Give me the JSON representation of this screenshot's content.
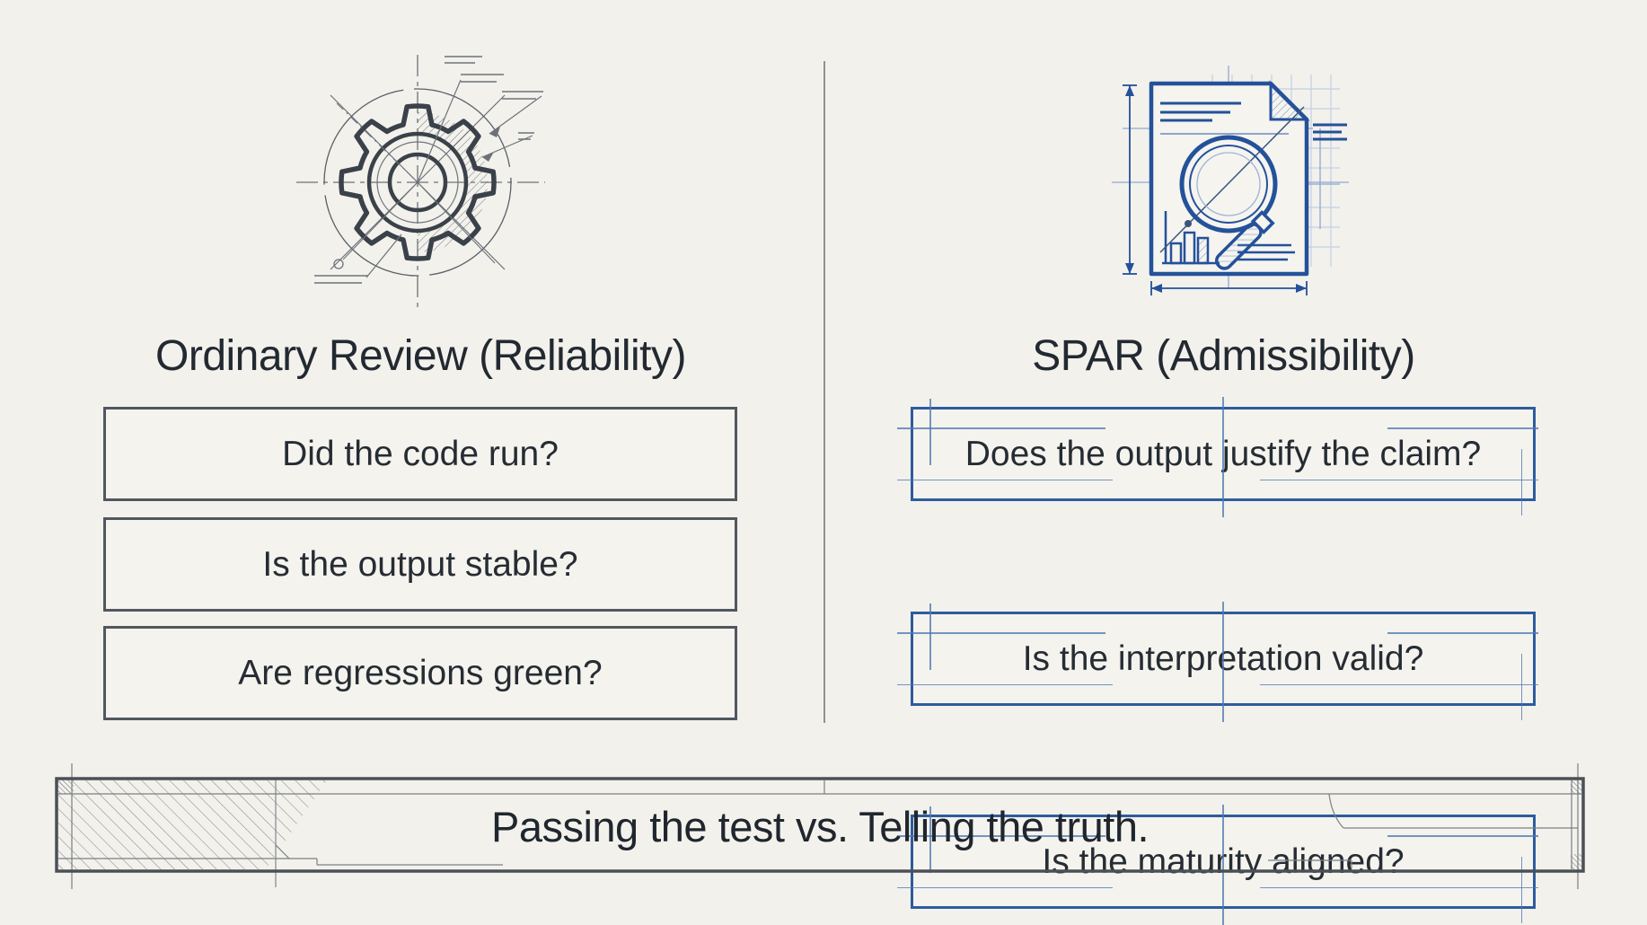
{
  "page": {
    "background_color": "#f2f1ec"
  },
  "left_panel": {
    "icon": "gear-blueprint-icon",
    "title": "Ordinary Review (Reliability)",
    "boxes": [
      "Did the code run?",
      "Is the output stable?",
      "Are regressions green?"
    ],
    "accent_color": "#51575d"
  },
  "right_panel": {
    "icon": "document-magnifier-blueprint-icon",
    "title": "SPAR (Admissibility)",
    "boxes": [
      "Does the output justify the claim?",
      "Is the interpretation valid?",
      "Is the maturity aligned?"
    ],
    "accent_color": "#2e5c9e"
  },
  "footer": {
    "caption": "Passing the test vs. Telling the truth."
  },
  "colors": {
    "text": "#242a31",
    "divider": "#90938e",
    "construction_gray": "#85898d",
    "construction_blue": "#4f79b4",
    "banner_border": "#4a5056",
    "blueprint_blue": "#24519a",
    "blueprint_light_blue": "#b9c7e0"
  }
}
